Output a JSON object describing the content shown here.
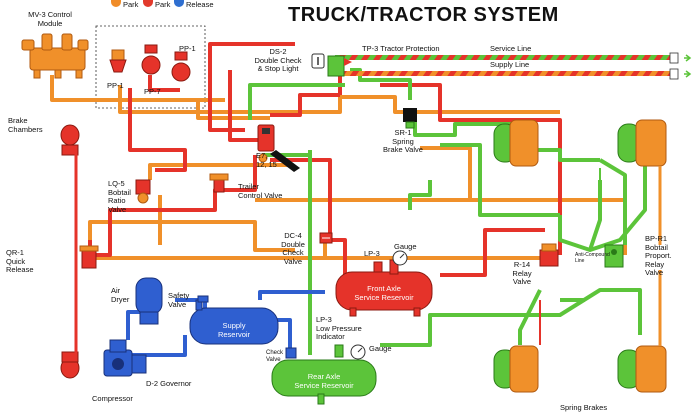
{
  "title": "TRUCK/TRACTOR SYSTEM",
  "legend": [
    {
      "label": "Park",
      "color": "#f08c28"
    },
    {
      "label": "Park",
      "color": "#e23a2c"
    },
    {
      "label": "Release",
      "color": "#2f6fd0"
    }
  ],
  "colors": {
    "red": "#e5332a",
    "orange": "#f0902a",
    "green": "#5cc43a",
    "blue": "#2f5fd0",
    "line_dark": "#8a3a10"
  },
  "labels": {
    "mv3": [
      "MV-3 Control",
      "Module"
    ],
    "pp1_left": "PP-1",
    "pp1_right": "PP-1",
    "pp7": "PP-7",
    "ds2": [
      "DS-2",
      "Double Check",
      "& Stop Light"
    ],
    "tp3": "TP-3 Tractor Protection",
    "service_line": "Service Line",
    "supply_line": "Supply Line",
    "brake_chambers": [
      "Brake",
      "Chambers"
    ],
    "sr1": [
      "SR-1",
      "Spring",
      "Brake Valve"
    ],
    "e7": [
      "E7,",
      "12, 15"
    ],
    "lq5": [
      "LQ-5",
      "Bobtail",
      "Ratio",
      "Valve"
    ],
    "trailer_control": [
      "Trailer",
      "Control Valve"
    ],
    "qr1": [
      "QR-1",
      "Quick",
      "Release"
    ],
    "dc4": [
      "DC-4",
      "Double",
      "Check",
      "Valve"
    ],
    "lp3_gauge": "LP-3",
    "gauge_top": "Gauge",
    "front_axle": [
      "Front Axle",
      "Service Reservoir"
    ],
    "air_dryer": [
      "Air",
      "Dryer"
    ],
    "safety_valve": [
      "Safety",
      "Valve"
    ],
    "supply_res": [
      "Supply",
      "Reservoir"
    ],
    "lp3_low": [
      "LP-3",
      "Low Pressure",
      "Indicator"
    ],
    "gauge_bottom": "Gauge",
    "check_valve": [
      "Check",
      "Valve"
    ],
    "rear_axle": [
      "Rear Axle",
      "Service Reservoir"
    ],
    "d2": "D-2 Governor",
    "compressor": "Compressor",
    "r14": [
      "R-14",
      "Relay",
      "Valve"
    ],
    "anti_comp": [
      "Anti-Compound",
      "Line"
    ],
    "bpr1": [
      "BP-R1",
      "Bobtail",
      "Proport.",
      "Relay",
      "Valve"
    ],
    "spring_brakes": "Spring Brakes"
  }
}
